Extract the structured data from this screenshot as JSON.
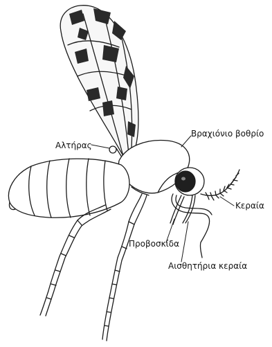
{
  "figure": {
    "subject": "insect",
    "labels": {
      "halter": "Αλτήρας",
      "spiracle": "Βραχιόνιο βοθρίο",
      "antenna": "Κεραία",
      "proboscis": "Προβοσκίδα",
      "palp": "Αισθητήρια κεραία"
    }
  },
  "colors": {
    "ink": "#1a1a1a",
    "paper": "#ffffff"
  }
}
